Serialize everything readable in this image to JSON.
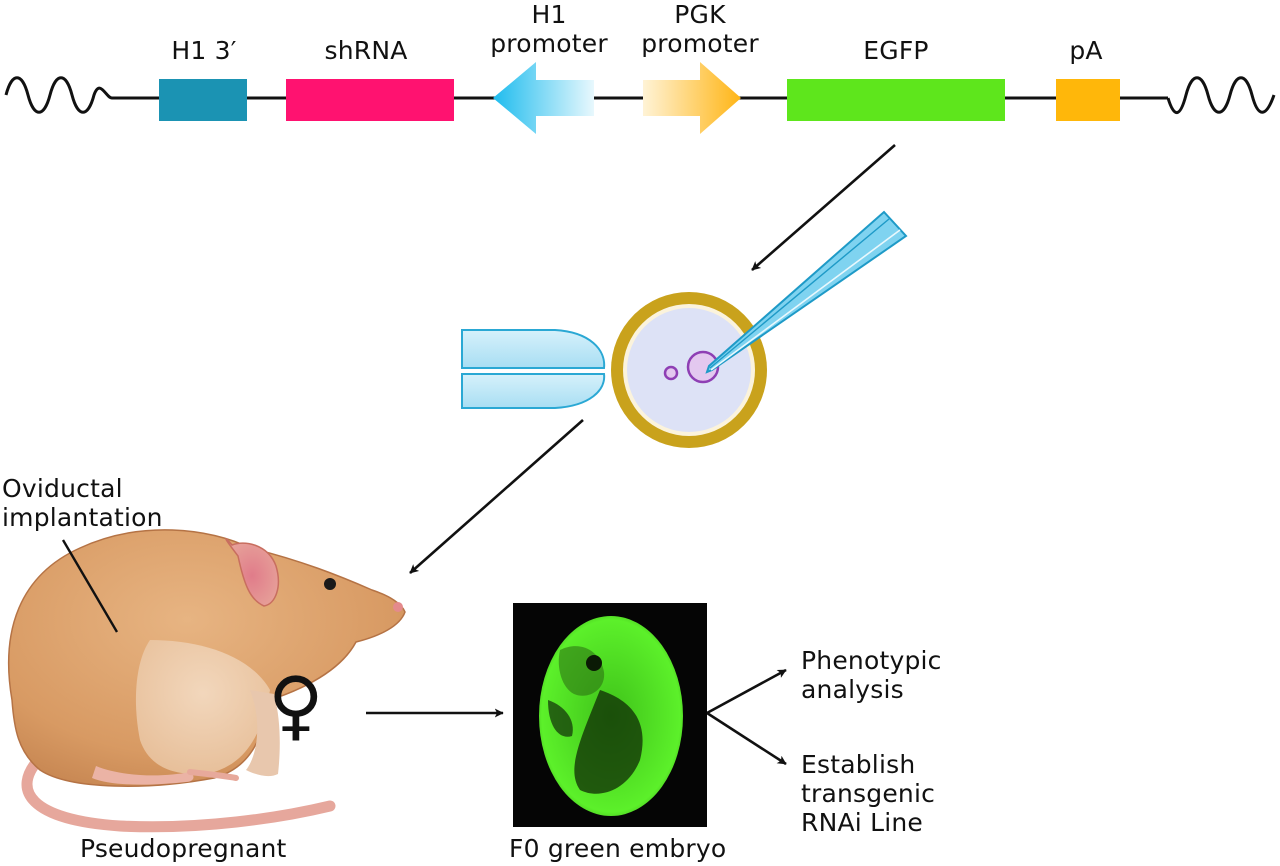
{
  "construct": {
    "elements": [
      {
        "label": "H1 3′",
        "color": "#1b93b3"
      },
      {
        "label": "shRNA",
        "color": "#ff1270"
      },
      {
        "label": "H1\npromoter",
        "color": "#2ec6ef"
      },
      {
        "label": "PGK\npromoter",
        "color": "#ffb21a"
      },
      {
        "label": "EGFP",
        "color": "#5ee61c"
      },
      {
        "label": "pA",
        "color": "#ffb70a"
      }
    ]
  },
  "labels": {
    "oviductal": "Oviductal\nimplantation",
    "pseudopregnant": "Pseudopregnant",
    "female_symbol": "♀",
    "embryo": "F0 green embryo",
    "phenotypic": "Phenotypic\nanalysis",
    "establish": "Establish\ntransgenic\nRNAi Line"
  },
  "colors": {
    "zona": "#c9a21c",
    "cytoplasm": "#dde2f6",
    "pronucleus": "#8e3fb4",
    "pipette": "#7fd3f0",
    "mouse_fur": "#dba06c",
    "embryo_green": "#57e82b"
  }
}
